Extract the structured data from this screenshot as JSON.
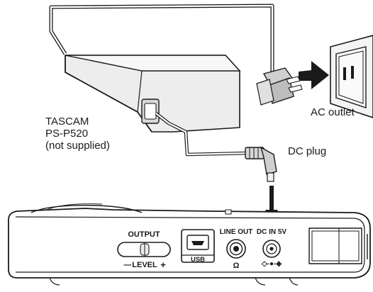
{
  "labels": {
    "adapter_brand": "TASCAM",
    "adapter_model": "PS-P520",
    "adapter_note": "(not supplied)",
    "ac_outlet": "AC outlet",
    "dc_plug": "DC plug"
  },
  "device": {
    "output": "OUTPUT",
    "level_minus": "—",
    "level": "LEVEL",
    "level_plus": "+",
    "usb": "USB",
    "line_out": "LINE OUT",
    "headphone_symbol": "Ω",
    "dc_in": "DC IN 5V",
    "polarity": "◇-●-◈"
  }
}
